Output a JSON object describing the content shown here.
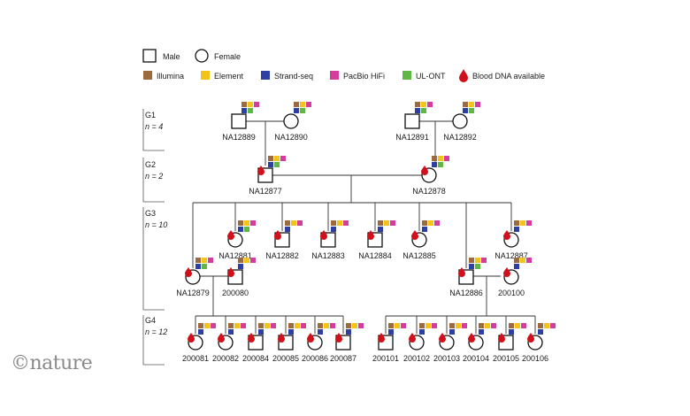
{
  "legend": {
    "male": "Male",
    "female": "Female",
    "platforms": [
      {
        "key": "illumina",
        "label": "Illumina",
        "color": "#9c6a3c"
      },
      {
        "key": "element",
        "label": "Element",
        "color": "#f2c318"
      },
      {
        "key": "strandseq",
        "label": "Strand-seq",
        "color": "#2e3fa3"
      },
      {
        "key": "hifi",
        "label": "PacBio HiFi",
        "color": "#d63c9b"
      },
      {
        "key": "ont",
        "label": "UL-ONT",
        "color": "#5fb846"
      }
    ],
    "blood": {
      "label": "Blood DNA available",
      "color": "#d0101a"
    }
  },
  "generations": [
    {
      "id": "G1",
      "count": "n = 4"
    },
    {
      "id": "G2",
      "count": "n = 2"
    },
    {
      "id": "G3",
      "count": "n = 10"
    },
    {
      "id": "G4",
      "count": "n = 12"
    }
  ],
  "individuals": [
    {
      "id": "NA12889",
      "sex": "male",
      "blood": false,
      "data": [
        "illumina",
        "element",
        "hifi",
        "strandseq",
        "ont"
      ]
    },
    {
      "id": "NA12890",
      "sex": "female",
      "blood": false,
      "data": [
        "illumina",
        "element",
        "hifi",
        "strandseq",
        "ont"
      ]
    },
    {
      "id": "NA12891",
      "sex": "male",
      "blood": false,
      "data": [
        "illumina",
        "element",
        "hifi",
        "strandseq",
        "ont"
      ]
    },
    {
      "id": "NA12892",
      "sex": "female",
      "blood": false,
      "data": [
        "illumina",
        "element",
        "hifi",
        "strandseq",
        "ont"
      ]
    },
    {
      "id": "NA12877",
      "sex": "male",
      "blood": true,
      "data": [
        "illumina",
        "element",
        "hifi",
        "strandseq",
        "ont"
      ]
    },
    {
      "id": "NA12878",
      "sex": "female",
      "blood": true,
      "data": [
        "illumina",
        "element",
        "hifi",
        "strandseq",
        "ont"
      ]
    },
    {
      "id": "NA12881",
      "sex": "female",
      "blood": true,
      "data": [
        "illumina",
        "element",
        "hifi",
        "strandseq",
        "ont"
      ]
    },
    {
      "id": "NA12882",
      "sex": "male",
      "blood": true,
      "data": [
        "illumina",
        "element",
        "hifi",
        "strandseq"
      ]
    },
    {
      "id": "NA12883",
      "sex": "male",
      "blood": true,
      "data": [
        "illumina",
        "element",
        "hifi",
        "strandseq"
      ]
    },
    {
      "id": "NA12884",
      "sex": "male",
      "blood": true,
      "data": [
        "illumina",
        "element",
        "hifi",
        "strandseq"
      ]
    },
    {
      "id": "NA12885",
      "sex": "female",
      "blood": true,
      "data": [
        "illumina",
        "element",
        "hifi",
        "strandseq"
      ]
    },
    {
      "id": "NA12887",
      "sex": "female",
      "blood": true,
      "data": [
        "illumina",
        "element",
        "hifi",
        "strandseq"
      ]
    },
    {
      "id": "NA12879",
      "sex": "female",
      "blood": true,
      "data": [
        "illumina",
        "element",
        "hifi",
        "strandseq",
        "ont"
      ]
    },
    {
      "id": "200080",
      "sex": "male",
      "blood": true,
      "data": [
        "illumina",
        "element",
        "hifi",
        "strandseq"
      ]
    },
    {
      "id": "NA12886",
      "sex": "male",
      "blood": true,
      "data": [
        "illumina",
        "element",
        "hifi",
        "strandseq",
        "ont"
      ]
    },
    {
      "id": "200100",
      "sex": "female",
      "blood": true,
      "data": [
        "illumina",
        "element",
        "hifi",
        "strandseq"
      ]
    },
    {
      "id": "200081",
      "sex": "female",
      "blood": true,
      "data": [
        "illumina",
        "element",
        "hifi",
        "strandseq"
      ]
    },
    {
      "id": "200082",
      "sex": "female",
      "blood": true,
      "data": [
        "illumina",
        "element",
        "hifi",
        "strandseq"
      ]
    },
    {
      "id": "200084",
      "sex": "male",
      "blood": true,
      "data": [
        "illumina",
        "element",
        "hifi",
        "strandseq"
      ]
    },
    {
      "id": "200085",
      "sex": "male",
      "blood": true,
      "data": [
        "illumina",
        "element",
        "hifi",
        "strandseq"
      ]
    },
    {
      "id": "200086",
      "sex": "female",
      "blood": true,
      "data": [
        "illumina",
        "element",
        "hifi",
        "strandseq"
      ]
    },
    {
      "id": "200087",
      "sex": "male",
      "blood": true,
      "data": [
        "illumina",
        "element",
        "hifi",
        "strandseq"
      ]
    },
    {
      "id": "200101",
      "sex": "male",
      "blood": true,
      "data": [
        "illumina",
        "element",
        "hifi",
        "strandseq"
      ]
    },
    {
      "id": "200102",
      "sex": "female",
      "blood": true,
      "data": [
        "illumina",
        "element",
        "hifi",
        "strandseq"
      ]
    },
    {
      "id": "200103",
      "sex": "female",
      "blood": true,
      "data": [
        "illumina",
        "element",
        "hifi",
        "strandseq"
      ]
    },
    {
      "id": "200104",
      "sex": "female",
      "blood": true,
      "data": [
        "illumina",
        "element",
        "hifi",
        "strandseq"
      ]
    },
    {
      "id": "200105",
      "sex": "male",
      "blood": true,
      "data": [
        "illumina",
        "element",
        "hifi",
        "strandseq"
      ]
    },
    {
      "id": "200106",
      "sex": "female",
      "blood": true,
      "data": [
        "illumina",
        "element",
        "hifi",
        "strandseq"
      ]
    }
  ],
  "brand": "nature",
  "brand_symbol": "©"
}
